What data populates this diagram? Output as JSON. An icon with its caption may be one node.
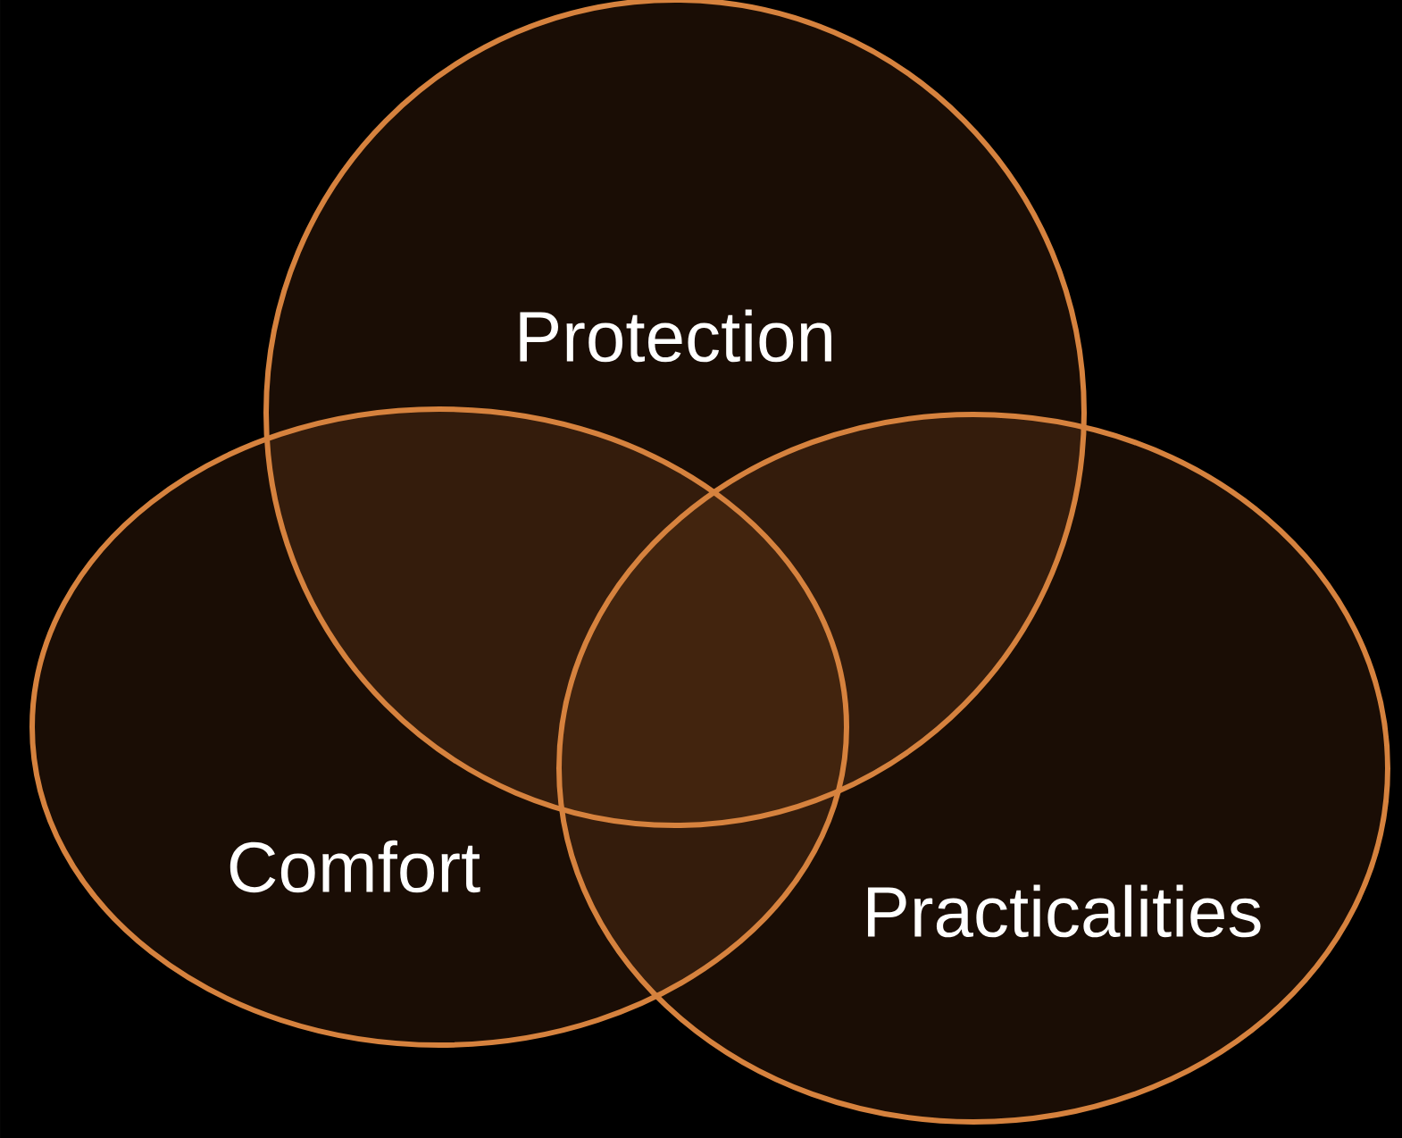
{
  "diagram": {
    "nodes": [
      {
        "text": [
          "Protection"
        ]
      },
      {
        "text": [
          "Comfort"
        ]
      },
      {
        "text": [
          "Practicalities"
        ]
      }
    ]
  }
}
